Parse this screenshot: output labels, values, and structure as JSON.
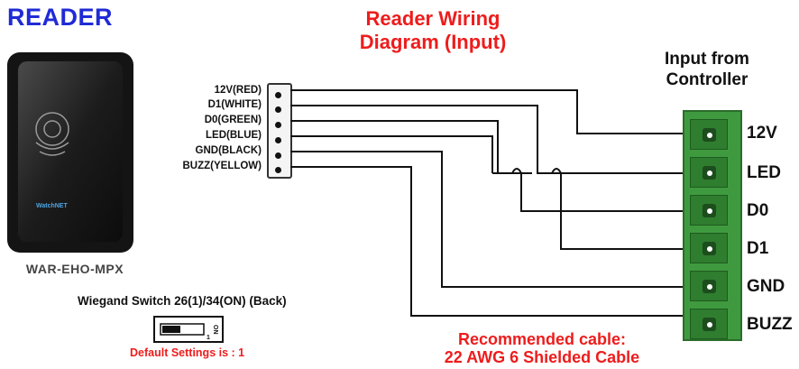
{
  "reader_title": "READER",
  "diagram_title": [
    "Reader Wiring",
    "Diagram (Input)"
  ],
  "input_title": [
    "Input from",
    "Controller"
  ],
  "model": "WAR-EHO-MPX",
  "reader_brand": "WatchNET",
  "wiegand_switch": "Wiegand Switch 26(1)/34(ON) (Back)",
  "switch_on_label": "ON",
  "switch_pos_label": "1",
  "default_settings": "Default Settings is : 1",
  "recommended_cable": [
    "Recommended cable:",
    "22 AWG 6  Shielded Cable"
  ],
  "reader_wires": [
    "12V(RED)",
    "D1(WHITE)",
    "D0(GREEN)",
    "LED(BLUE)",
    "GND(BLACK)",
    "BUZZ(YELLOW)"
  ],
  "controller_terminals": [
    "12V",
    "LED",
    "D0",
    "D1",
    "GND",
    "BUZZ"
  ],
  "colors": {
    "reader_title": "#1f2bd6",
    "red_text": "#ee1c1c",
    "terminal_green": "#3f9a3f"
  }
}
